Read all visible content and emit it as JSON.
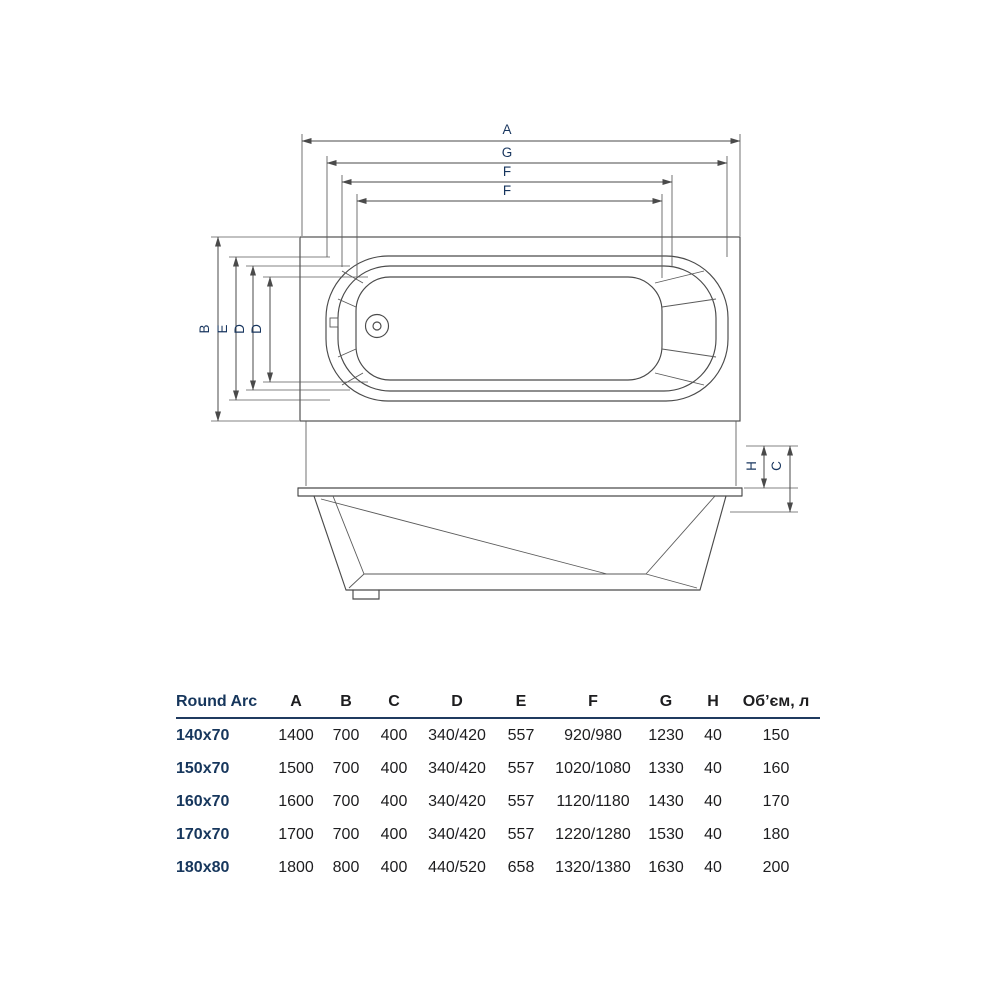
{
  "colors": {
    "accent": "#16365c",
    "line": "#4a4a4a",
    "background": "#ffffff"
  },
  "diagram": {
    "labels": {
      "a": "A",
      "g": "G",
      "f1": "F",
      "f2": "F",
      "b": "B",
      "e": "E",
      "d1": "D",
      "d2": "D",
      "h": "H",
      "c": "C"
    }
  },
  "table": {
    "title": "Round Arc",
    "columns": [
      "A",
      "B",
      "C",
      "D",
      "E",
      "F",
      "G",
      "H",
      "Об’єм, л"
    ],
    "rows": [
      {
        "size": "140x70",
        "values": [
          "1400",
          "700",
          "400",
          "340/420",
          "557",
          "920/980",
          "1230",
          "40",
          "150"
        ]
      },
      {
        "size": "150x70",
        "values": [
          "1500",
          "700",
          "400",
          "340/420",
          "557",
          "1020/1080",
          "1330",
          "40",
          "160"
        ]
      },
      {
        "size": "160x70",
        "values": [
          "1600",
          "700",
          "400",
          "340/420",
          "557",
          "1120/1180",
          "1430",
          "40",
          "170"
        ]
      },
      {
        "size": "170x70",
        "values": [
          "1700",
          "700",
          "400",
          "340/420",
          "557",
          "1220/1280",
          "1530",
          "40",
          "180"
        ]
      },
      {
        "size": "180x80",
        "values": [
          "1800",
          "800",
          "400",
          "440/520",
          "658",
          "1320/1380",
          "1630",
          "40",
          "200"
        ]
      }
    ]
  }
}
